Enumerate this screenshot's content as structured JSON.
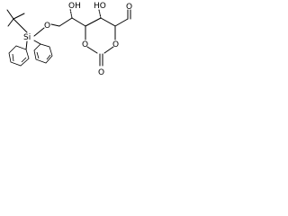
{
  "molecule": {
    "atoms": {
      "si": "Si",
      "ether_o": "O",
      "hydroxyl_1": "OH",
      "hydroxyl_2": "HO",
      "aldehyde_o": "O",
      "ring_o_left": "O",
      "ring_o_right": "O",
      "carbonyl_o": "O"
    }
  }
}
